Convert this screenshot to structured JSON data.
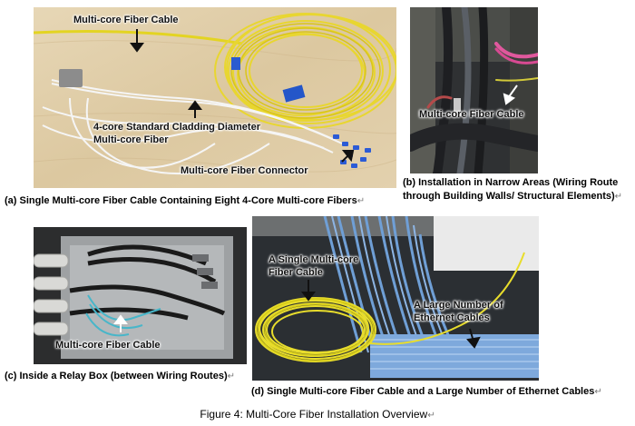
{
  "panels": {
    "a": {
      "labels": {
        "cable": "Multi-core Fiber Cable",
        "cladding_line1": "4-core Standard Cladding Diameter",
        "cladding_line2": "Multi-core Fiber",
        "connector": "Multi-core Fiber Connector"
      },
      "caption": "(a) Single Multi-core Fiber Cable Containing Eight 4-Core Multi-core Fibers"
    },
    "b": {
      "labels": {
        "cable": "Multi-core Fiber Cable"
      },
      "caption_line1": "(b) Installation in Narrow Areas (Wiring Route",
      "caption_line2": "through Building Walls/ Structural Elements)"
    },
    "c": {
      "labels": {
        "cable": "Multi-core Fiber Cable"
      },
      "caption": "(c) Inside a Relay Box (between Wiring Routes)"
    },
    "d": {
      "labels": {
        "single_line1": "A Single Multi-core",
        "single_line2": "Fiber Cable",
        "ethernet_line1": "A Large Number of",
        "ethernet_line2": "Ethernet Cables"
      },
      "caption": "(d) Single Multi-core Fiber Cable and a Large Number of Ethernet Cables"
    }
  },
  "figure_caption": "Figure 4: Multi-Core Fiber Installation Overview",
  "paragraph_mark": "↵"
}
